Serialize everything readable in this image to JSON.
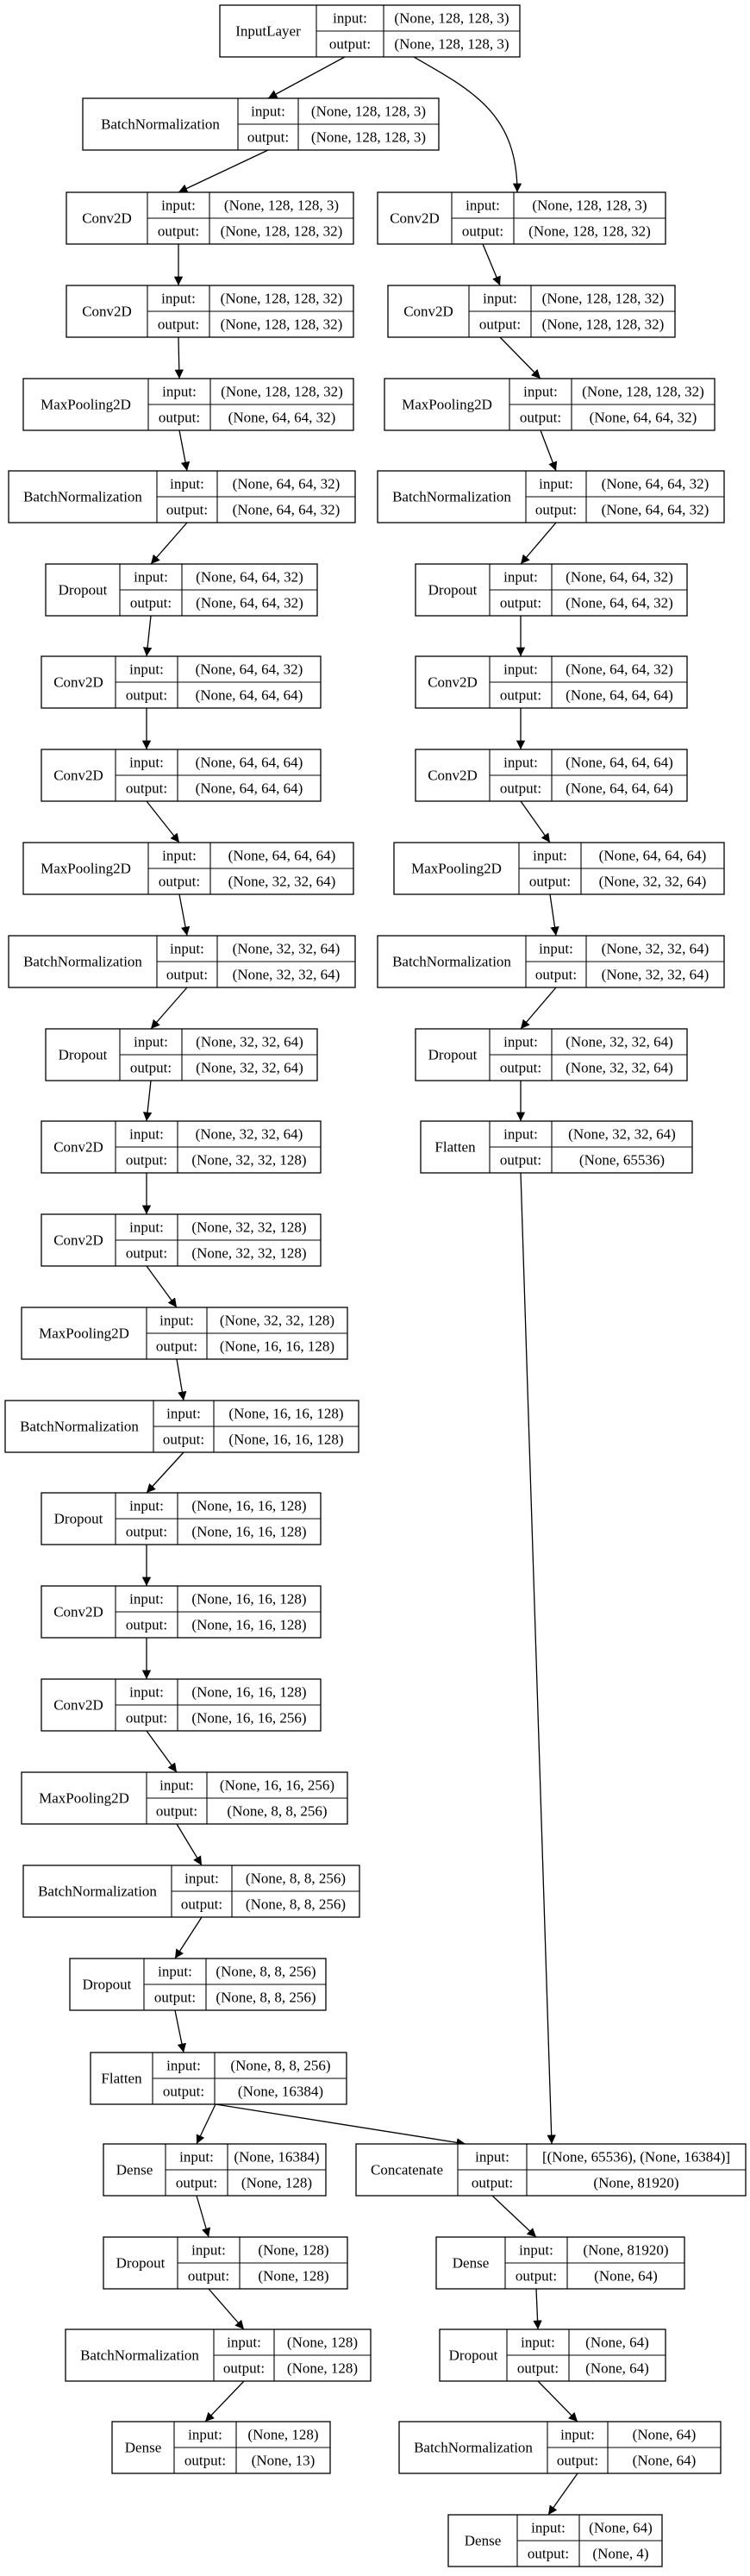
{
  "diagram": {
    "port_labels": {
      "input": "input:",
      "output": "output:"
    },
    "nodes": [
      {
        "id": "input_layer",
        "name": "InputLayer",
        "input": "(None, 128, 128, 3)",
        "output": "(None, 128, 128, 3)"
      },
      {
        "id": "l_bn0",
        "name": "BatchNormalization",
        "input": "(None, 128, 128, 3)",
        "output": "(None, 128, 128, 3)"
      },
      {
        "id": "l_conv1",
        "name": "Conv2D",
        "input": "(None, 128, 128, 3)",
        "output": "(None, 128, 128, 32)"
      },
      {
        "id": "l_conv2",
        "name": "Conv2D",
        "input": "(None, 128, 128, 32)",
        "output": "(None, 128, 128, 32)"
      },
      {
        "id": "l_pool1",
        "name": "MaxPooling2D",
        "input": "(None, 128, 128, 32)",
        "output": "(None, 64, 64, 32)"
      },
      {
        "id": "l_bn1",
        "name": "BatchNormalization",
        "input": "(None, 64, 64, 32)",
        "output": "(None, 64, 64, 32)"
      },
      {
        "id": "l_drop1",
        "name": "Dropout",
        "input": "(None, 64, 64, 32)",
        "output": "(None, 64, 64, 32)"
      },
      {
        "id": "l_conv3",
        "name": "Conv2D",
        "input": "(None, 64, 64, 32)",
        "output": "(None, 64, 64, 64)"
      },
      {
        "id": "l_conv4",
        "name": "Conv2D",
        "input": "(None, 64, 64, 64)",
        "output": "(None, 64, 64, 64)"
      },
      {
        "id": "l_pool2",
        "name": "MaxPooling2D",
        "input": "(None, 64, 64, 64)",
        "output": "(None, 32, 32, 64)"
      },
      {
        "id": "l_bn2",
        "name": "BatchNormalization",
        "input": "(None, 32, 32, 64)",
        "output": "(None, 32, 32, 64)"
      },
      {
        "id": "l_drop2",
        "name": "Dropout",
        "input": "(None, 32, 32, 64)",
        "output": "(None, 32, 32, 64)"
      },
      {
        "id": "l_conv5",
        "name": "Conv2D",
        "input": "(None, 32, 32, 64)",
        "output": "(None, 32, 32, 128)"
      },
      {
        "id": "l_conv6",
        "name": "Conv2D",
        "input": "(None, 32, 32, 128)",
        "output": "(None, 32, 32, 128)"
      },
      {
        "id": "l_pool3",
        "name": "MaxPooling2D",
        "input": "(None, 32, 32, 128)",
        "output": "(None, 16, 16, 128)"
      },
      {
        "id": "l_bn3",
        "name": "BatchNormalization",
        "input": "(None, 16, 16, 128)",
        "output": "(None, 16, 16, 128)"
      },
      {
        "id": "l_drop3",
        "name": "Dropout",
        "input": "(None, 16, 16, 128)",
        "output": "(None, 16, 16, 128)"
      },
      {
        "id": "l_conv7",
        "name": "Conv2D",
        "input": "(None, 16, 16, 128)",
        "output": "(None, 16, 16, 128)"
      },
      {
        "id": "l_conv8",
        "name": "Conv2D",
        "input": "(None, 16, 16, 128)",
        "output": "(None, 16, 16, 256)"
      },
      {
        "id": "l_pool4",
        "name": "MaxPooling2D",
        "input": "(None, 16, 16, 256)",
        "output": "(None, 8, 8, 256)"
      },
      {
        "id": "l_bn4",
        "name": "BatchNormalization",
        "input": "(None, 8, 8, 256)",
        "output": "(None, 8, 8, 256)"
      },
      {
        "id": "l_drop4",
        "name": "Dropout",
        "input": "(None, 8, 8, 256)",
        "output": "(None, 8, 8, 256)"
      },
      {
        "id": "l_flat",
        "name": "Flatten",
        "input": "(None, 8, 8, 256)",
        "output": "(None, 16384)"
      },
      {
        "id": "l_dense1",
        "name": "Dense",
        "input": "(None, 16384)",
        "output": "(None, 128)"
      },
      {
        "id": "l_drop5",
        "name": "Dropout",
        "input": "(None, 128)",
        "output": "(None, 128)"
      },
      {
        "id": "l_bn5",
        "name": "BatchNormalization",
        "input": "(None, 128)",
        "output": "(None, 128)"
      },
      {
        "id": "l_dense2",
        "name": "Dense",
        "input": "(None, 128)",
        "output": "(None, 13)"
      },
      {
        "id": "r_conv1",
        "name": "Conv2D",
        "input": "(None, 128, 128, 3)",
        "output": "(None, 128, 128, 32)"
      },
      {
        "id": "r_conv2",
        "name": "Conv2D",
        "input": "(None, 128, 128, 32)",
        "output": "(None, 128, 128, 32)"
      },
      {
        "id": "r_pool1",
        "name": "MaxPooling2D",
        "input": "(None, 128, 128, 32)",
        "output": "(None, 64, 64, 32)"
      },
      {
        "id": "r_bn1",
        "name": "BatchNormalization",
        "input": "(None, 64, 64, 32)",
        "output": "(None, 64, 64, 32)"
      },
      {
        "id": "r_drop1",
        "name": "Dropout",
        "input": "(None, 64, 64, 32)",
        "output": "(None, 64, 64, 32)"
      },
      {
        "id": "r_conv3",
        "name": "Conv2D",
        "input": "(None, 64, 64, 32)",
        "output": "(None, 64, 64, 64)"
      },
      {
        "id": "r_conv4",
        "name": "Conv2D",
        "input": "(None, 64, 64, 64)",
        "output": "(None, 64, 64, 64)"
      },
      {
        "id": "r_pool2",
        "name": "MaxPooling2D",
        "input": "(None, 64, 64, 64)",
        "output": "(None, 32, 32, 64)"
      },
      {
        "id": "r_bn2",
        "name": "BatchNormalization",
        "input": "(None, 32, 32, 64)",
        "output": "(None, 32, 32, 64)"
      },
      {
        "id": "r_drop2",
        "name": "Dropout",
        "input": "(None, 32, 32, 64)",
        "output": "(None, 32, 32, 64)"
      },
      {
        "id": "r_flat",
        "name": "Flatten",
        "input": "(None, 32, 32, 64)",
        "output": "(None, 65536)"
      },
      {
        "id": "concat",
        "name": "Concatenate",
        "input": "[(None, 65536), (None, 16384)]",
        "output": "(None, 81920)"
      },
      {
        "id": "r_dense1",
        "name": "Dense",
        "input": "(None, 81920)",
        "output": "(None, 64)"
      },
      {
        "id": "r_drop3",
        "name": "Dropout",
        "input": "(None, 64)",
        "output": "(None, 64)"
      },
      {
        "id": "r_bn3",
        "name": "BatchNormalization",
        "input": "(None, 64)",
        "output": "(None, 64)"
      },
      {
        "id": "r_dense2",
        "name": "Dense",
        "input": "(None, 64)",
        "output": "(None, 4)"
      }
    ],
    "edges": [
      [
        "input_layer",
        "l_bn0"
      ],
      [
        "input_layer",
        "r_conv1"
      ],
      [
        "l_bn0",
        "l_conv1"
      ],
      [
        "l_conv1",
        "l_conv2"
      ],
      [
        "l_conv2",
        "l_pool1"
      ],
      [
        "l_pool1",
        "l_bn1"
      ],
      [
        "l_bn1",
        "l_drop1"
      ],
      [
        "l_drop1",
        "l_conv3"
      ],
      [
        "l_conv3",
        "l_conv4"
      ],
      [
        "l_conv4",
        "l_pool2"
      ],
      [
        "l_pool2",
        "l_bn2"
      ],
      [
        "l_bn2",
        "l_drop2"
      ],
      [
        "l_drop2",
        "l_conv5"
      ],
      [
        "l_conv5",
        "l_conv6"
      ],
      [
        "l_conv6",
        "l_pool3"
      ],
      [
        "l_pool3",
        "l_bn3"
      ],
      [
        "l_bn3",
        "l_drop3"
      ],
      [
        "l_drop3",
        "l_conv7"
      ],
      [
        "l_conv7",
        "l_conv8"
      ],
      [
        "l_conv8",
        "l_pool4"
      ],
      [
        "l_pool4",
        "l_bn4"
      ],
      [
        "l_bn4",
        "l_drop4"
      ],
      [
        "l_drop4",
        "l_flat"
      ],
      [
        "l_flat",
        "l_dense1"
      ],
      [
        "l_flat",
        "concat"
      ],
      [
        "l_dense1",
        "l_drop5"
      ],
      [
        "l_drop5",
        "l_bn5"
      ],
      [
        "l_bn5",
        "l_dense2"
      ],
      [
        "r_conv1",
        "r_conv2"
      ],
      [
        "r_conv2",
        "r_pool1"
      ],
      [
        "r_pool1",
        "r_bn1"
      ],
      [
        "r_bn1",
        "r_drop1"
      ],
      [
        "r_drop1",
        "r_conv3"
      ],
      [
        "r_conv3",
        "r_conv4"
      ],
      [
        "r_conv4",
        "r_pool2"
      ],
      [
        "r_pool2",
        "r_bn2"
      ],
      [
        "r_bn2",
        "r_drop2"
      ],
      [
        "r_drop2",
        "r_flat"
      ],
      [
        "r_flat",
        "concat"
      ],
      [
        "concat",
        "r_dense1"
      ],
      [
        "r_dense1",
        "r_drop3"
      ],
      [
        "r_drop3",
        "r_bn3"
      ],
      [
        "r_bn3",
        "r_dense2"
      ]
    ]
  }
}
